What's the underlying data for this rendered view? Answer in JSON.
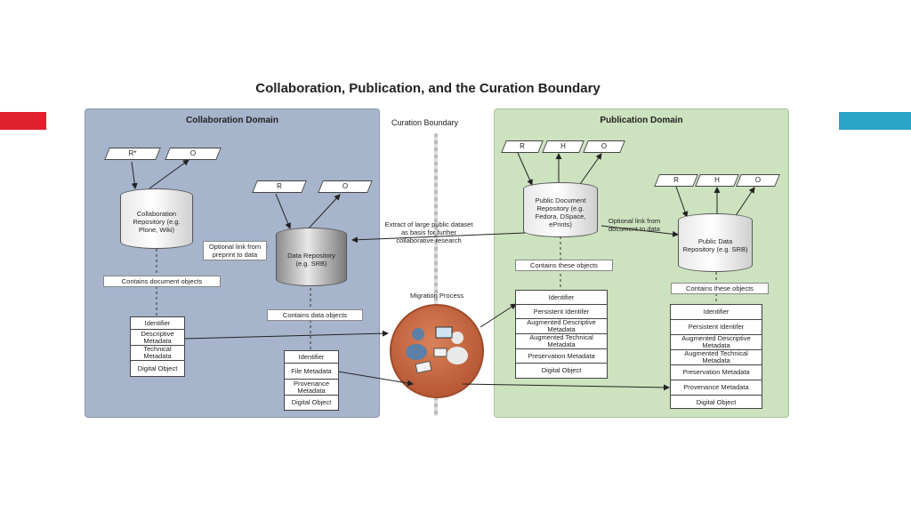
{
  "title": "Collaboration, Publication, and the Curation Boundary",
  "collab": {
    "title": "Collaboration Domain",
    "param_r": "R*",
    "param_o": "O",
    "repo": "Collaboration Repository (e.g. Plone, Wiki)",
    "contains": "Contains document objects",
    "table": [
      "Identifier",
      "Descriptive Metadata",
      "Technical Metadata",
      "Digital Object"
    ]
  },
  "data_repo": {
    "param_r": "R",
    "param_o": "O",
    "repo": "Data Repository (e.g. SRB)",
    "contains": "Contains data objects",
    "table": [
      "Identifier",
      "File Metadata",
      "Provenance Metadata",
      "Digital Object"
    ]
  },
  "boundary": {
    "title": "Curation Boundary",
    "optional_link_left": "Optional link from preprint to data",
    "extract": "Extract of large public dataset as basis for further collaborative research",
    "migration": "Migration Process",
    "optional_link_right": "Optional link from document to data"
  },
  "pub": {
    "title": "Publication Domain",
    "params": [
      "R",
      "H",
      "O"
    ],
    "repo": "Public Document Repository (e.g. Fedora, DSpace, ePrints)",
    "contains": "Contains these objects",
    "table": [
      "Identifier",
      "Persistent Identifer",
      "Augmented Descriptive Metadata",
      "Augmented Technical Metadata",
      "Preservation Metadata",
      "Digital Object"
    ]
  },
  "pub_data": {
    "params": [
      "R",
      "H",
      "O"
    ],
    "repo": "Public Data Repository (e.g. SRB)",
    "contains": "Contains these objects",
    "table": [
      "Identifier",
      "Persistent Identifer",
      "Augmented Descriptive Metadata",
      "Augmented Technical Metadata",
      "Preservation Metadata",
      "Provenance Metadata",
      "Digital Object"
    ]
  },
  "colors": {
    "collab_bg": "#a6b5cc",
    "pub_bg": "#cde2bf",
    "red_bar": "#e0212e",
    "blue_bar": "#2aa3c6",
    "migration": "#c96a42"
  }
}
